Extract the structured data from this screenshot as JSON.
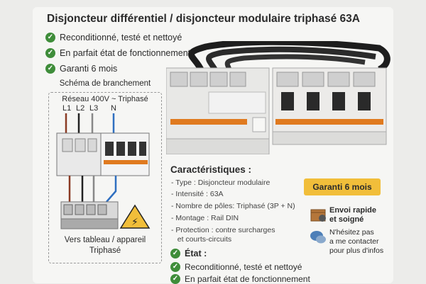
{
  "title": "Disjoncteur différentiel / disjoncteur modulaire triphasé 63A",
  "features": [
    "Reconditionné, testé et nettoyé",
    "En parfait état de fonctionnement",
    "Garanti 6 mois"
  ],
  "diagram": {
    "title": "Schéma de branchement",
    "subtitle": "Réseau 400V ~ Triphasé",
    "phases": [
      "L1",
      "L2",
      "L3",
      "N"
    ],
    "footer_line1": "Vers tableau / appareil",
    "footer_line2": "Triphasé"
  },
  "specs": {
    "title": "Caractéristiques :",
    "items": [
      "- Type : Disjoncteur modulaire",
      "- Intensité : 63A",
      "- Nombre de pôles: Triphasé (3P + N)",
      "- Montage : Rail DIN",
      "- Protection : contre surcharges",
      "   et courts-circuits"
    ]
  },
  "badge": "Garanti 6 mois",
  "shipping": {
    "line1": "Envoi rapide",
    "line2": "et soigné",
    "icon": "package-icon"
  },
  "contact": {
    "line1": "N'hésitez pas",
    "line2": "a me contacter",
    "line3": "pour plus d'infos",
    "icon": "chat-icon"
  },
  "etat": {
    "title": "État :",
    "items": [
      "Reconditionné, testé et nettoyé",
      "En parfait état de fonctionnement"
    ]
  },
  "colors": {
    "check_green": "#3f8d3a",
    "badge_yellow": "#f1be3a",
    "accent_orange": "#e07a1f"
  }
}
